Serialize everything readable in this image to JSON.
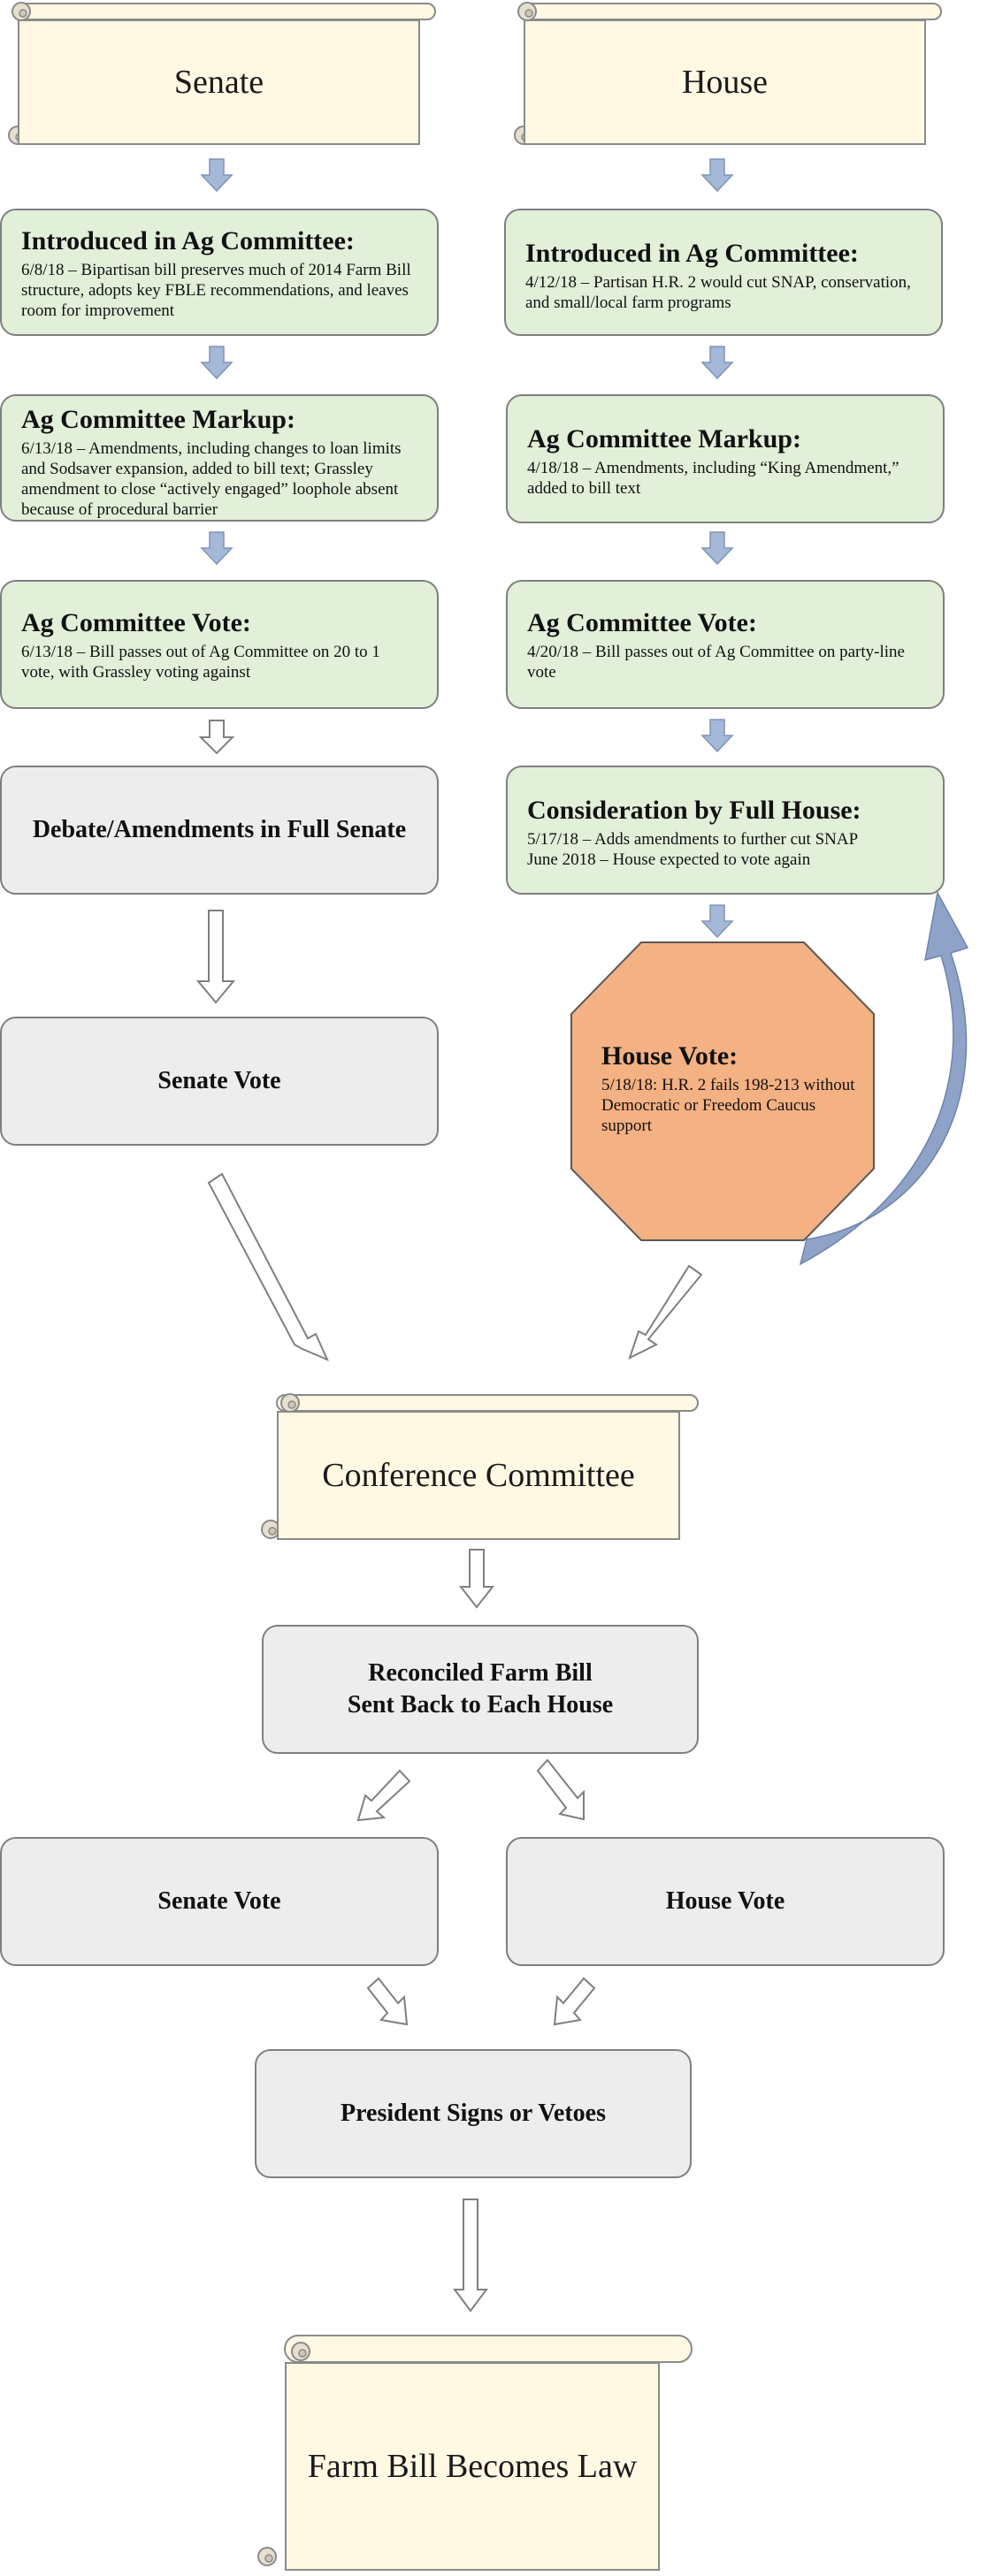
{
  "scrolls": {
    "senate": "Senate",
    "house": "House",
    "conference": "Conference Committee",
    "law": "Farm Bill Becomes Law"
  },
  "senate": {
    "introduced": {
      "title": "Introduced in Ag Committee:",
      "text": "6/8/18 – Bipartisan bill preserves much of 2014 Farm Bill structure, adopts key FBLE recommendations, and leaves room for improvement"
    },
    "markup": {
      "title": "Ag Committee Markup:",
      "text": "6/13/18 – Amendments, including changes to loan limits and Sodsaver expansion, added to bill text; Grassley amendment to close “actively engaged” loophole absent because of procedural barrier"
    },
    "vote": {
      "title": "Ag Committee Vote:",
      "text": "6/13/18 – Bill passes out of Ag Committee on 20 to 1 vote, with Grassley voting against"
    },
    "debate": "Debate/Amendments in Full Senate",
    "floor_vote": "Senate Vote"
  },
  "house": {
    "introduced": {
      "title": "Introduced in Ag Committee:",
      "text": "4/12/18 – Partisan H.R. 2 would cut SNAP, conservation, and small/local farm programs"
    },
    "markup": {
      "title": "Ag Committee Markup:",
      "text": "4/18/18 – Amendments, including “King Amendment,” added to bill text"
    },
    "vote": {
      "title": "Ag Committee Vote:",
      "text": "4/20/18 – Bill passes out of Ag Committee on party-line vote"
    },
    "consideration": {
      "title": "Consideration by Full House:",
      "text1": "5/17/18 – Adds amendments to further cut SNAP",
      "text2": "June 2018 – House expected to vote again"
    },
    "house_vote": {
      "title": "House Vote:",
      "text": "5/18/18: H.R. 2 fails 198-213 without Democratic or Freedom Caucus support"
    }
  },
  "final": {
    "reconciled_line1": "Reconciled Farm Bill",
    "reconciled_line2": "Sent Back to Each House",
    "senate_vote": "Senate Vote",
    "house_vote": "House Vote",
    "president": "President Signs or Vetoes"
  },
  "colors": {
    "scroll_fill": "#fff8e3",
    "green_fill": "#e2efd9",
    "gray_fill": "#ededed",
    "octagon_fill": "#f4b183",
    "blue_arrow": "#a4b8d8",
    "curved_arrow": "#8ea3c7",
    "border": "#7f7f7f"
  },
  "icons": {
    "down_arrow_filled": "arrow-down-filled-icon",
    "down_arrow_outline": "arrow-down-outline-icon",
    "curved_arrow": "curved-return-arrow-icon",
    "stop_octagon": "stop-octagon-shape"
  }
}
